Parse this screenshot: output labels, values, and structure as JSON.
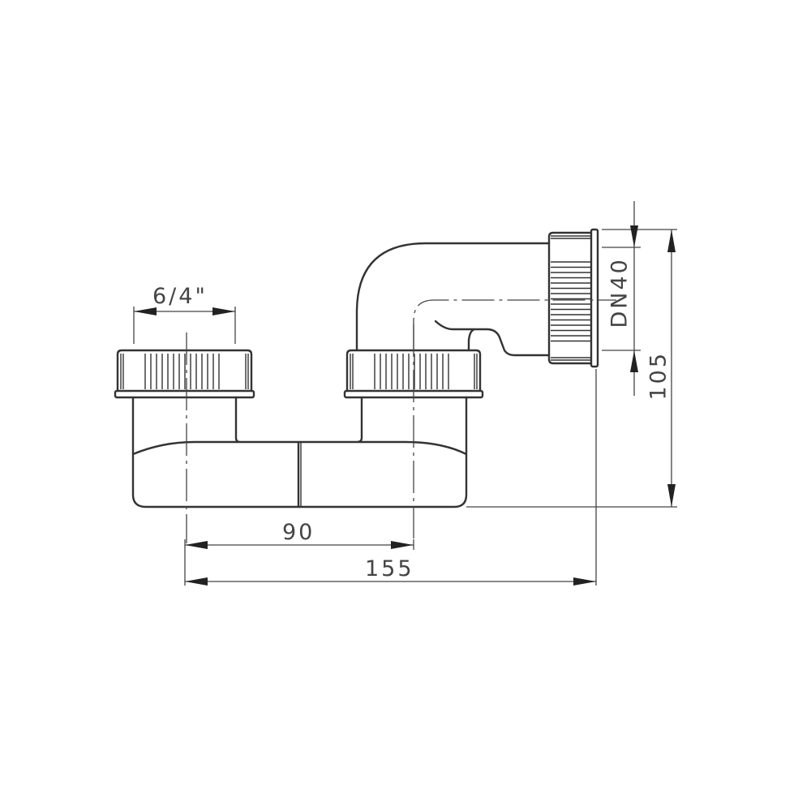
{
  "dimensions": {
    "thread": "6/4\"",
    "outlet": "DN40",
    "height": "105",
    "center_distance": "90",
    "overall_length": "155"
  }
}
